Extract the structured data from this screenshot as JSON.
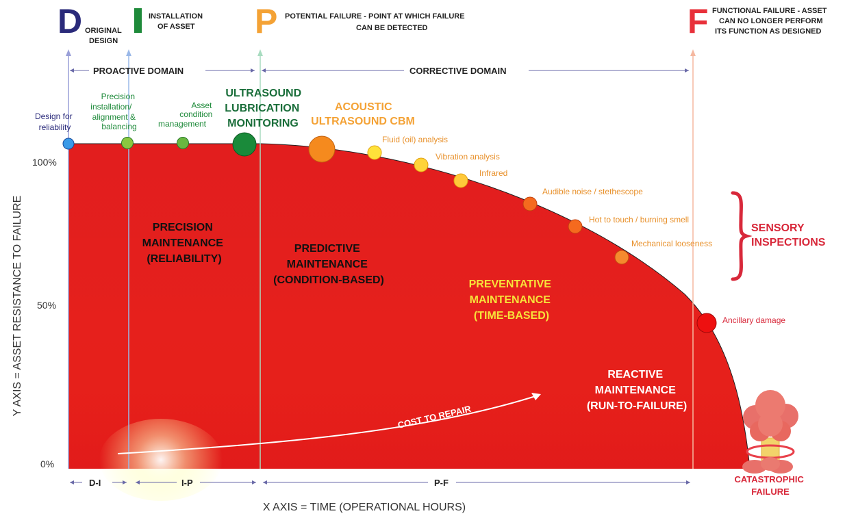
{
  "header": {
    "d": {
      "letter": "D",
      "line1": "ORIGINAL",
      "line2": "DESIGN"
    },
    "i": {
      "letter": "I",
      "line1": "INSTALLATION",
      "line2": "OF ASSET"
    },
    "p": {
      "letter": "P",
      "line1": "POTENTIAL FAILURE - POINT AT WHICH FAILURE",
      "line2": "CAN BE DETECTED"
    },
    "f": {
      "letter": "F",
      "line1": "FUNCTIONAL FAILURE - ASSET",
      "line2": "CAN NO LONGER PERFORM",
      "line3": "ITS FUNCTION AS DESIGNED"
    }
  },
  "domains": {
    "proactive": "PROACTIVE DOMAIN",
    "corrective": "CORRECTIVE DOMAIN"
  },
  "axes": {
    "y_label": "Y AXIS = ASSET RESISTANCE TO FAILURE",
    "x_label": "X AXIS = TIME (OPERATIONAL HOURS)",
    "y_ticks": [
      "100%",
      "50%",
      "0%"
    ],
    "intervals": [
      "D-I",
      "I-P",
      "P-F"
    ]
  },
  "curve_points": {
    "design": {
      "lines": [
        "Design for",
        "reliability"
      ]
    },
    "precision": {
      "lines": [
        "Precision",
        "installation/",
        "alignment &",
        "balancing"
      ]
    },
    "asset": {
      "lines": [
        "Asset",
        "condition",
        "management"
      ]
    },
    "ultrasound": {
      "lines": [
        "ULTRASOUND",
        "LUBRICATION",
        "MONITORING"
      ]
    },
    "acoustic": {
      "lines": [
        "ACOUSTIC",
        "ULTRASOUND CBM"
      ]
    },
    "fluid": "Fluid (oil) analysis",
    "vibration": "Vibration analysis",
    "infrared": "Infrared",
    "audible": "Audible noise / stethescope",
    "hot": "Hot to touch / burning smell",
    "mechanical": "Mechanical looseness",
    "ancillary": "Ancillary damage"
  },
  "zones": {
    "precision": [
      "PRECISION",
      "MAINTENANCE",
      "(RELIABILITY)"
    ],
    "predictive": [
      "PREDICTIVE",
      "MAINTENANCE",
      "(CONDITION-BASED)"
    ],
    "preventative": [
      "PREVENTATIVE",
      "MAINTENANCE",
      "(TIME-BASED)"
    ],
    "reactive": [
      "REACTIVE",
      "MAINTENANCE",
      "(RUN-TO-FAILURE)"
    ]
  },
  "sensory": [
    "SENSORY",
    "INSPECTIONS"
  ],
  "cost_label": "COST TO REPAIR",
  "catastrophic": [
    "CATASTROPHIC",
    "FAILURE"
  ],
  "colors": {
    "navy": "#2a2a7a",
    "green": "#1e8a3a",
    "dark_green": "#1a6e3a",
    "orange": "#f4a235",
    "red": "#e8303a",
    "text_orange": "#e8902a",
    "reactive_red": "#ffffff"
  }
}
